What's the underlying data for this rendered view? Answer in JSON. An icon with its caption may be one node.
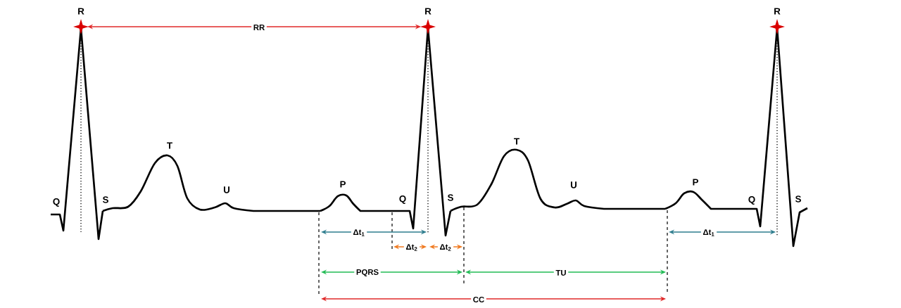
{
  "diagram": {
    "labels": [
      "R",
      "R",
      "R",
      "RR",
      "T",
      "T",
      "U",
      "P",
      "U",
      "P",
      "Q",
      "S",
      "Q",
      "S",
      "Q",
      "S",
      "Δt$_{1}$",
      "Δt$_{2}$",
      "Δt$_{2}$",
      "Δt$_{1}$",
      "PQRS",
      "TU",
      "CC"
    ]
  }
}
